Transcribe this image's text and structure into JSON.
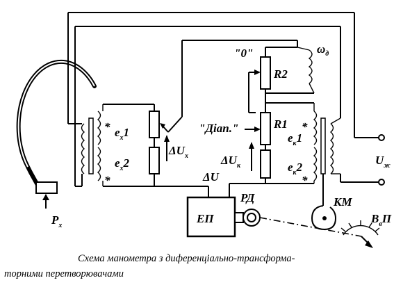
{
  "labels": {
    "ex1": "e",
    "ex1_sub": "x",
    "ex1_num": "1",
    "ex2": "e",
    "ex2_sub": "x",
    "ex2_num": "2",
    "ek1": "e",
    "ek1_sub": "к",
    "ek1_num": "1",
    "ek2": "e",
    "ek2_sub": "к",
    "ek2_num": "2",
    "delta_ux": "ΔU",
    "delta_ux_sub": "x",
    "delta_uk": "ΔU",
    "delta_uk_sub": "к",
    "delta_u": "ΔU",
    "r1": "R1",
    "r2": "R2",
    "zero": "\"0\"",
    "range": "\"Діап.\"",
    "omega": "ω",
    "omega_sub": "д",
    "u_supply": "U",
    "u_supply_sub": "ж",
    "ep": "ЕП",
    "rd": "РД",
    "km": "КМ",
    "vp": "В",
    "vp_sub": "в",
    "vp_end": "П",
    "px": "P",
    "px_sub": "x",
    "star": "*"
  },
  "caption": {
    "line1": "Схема манометра з диференціально-трансформа-",
    "line2": "торними перетворювачами"
  }
}
